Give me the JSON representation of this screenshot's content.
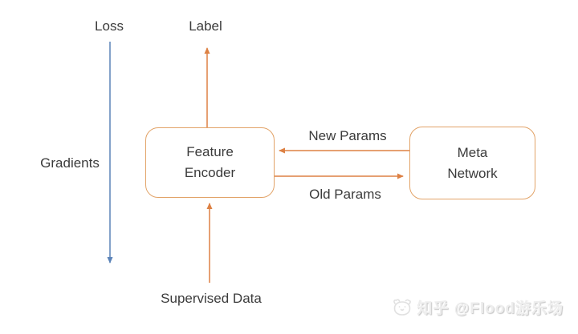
{
  "diagram": {
    "nodes": [
      {
        "id": "feature-encoder",
        "label_line1": "Feature",
        "label_line2": "Encoder"
      },
      {
        "id": "meta-network",
        "label_line1": "Meta",
        "label_line2": "Network"
      }
    ],
    "labels": {
      "loss": "Loss",
      "label": "Label",
      "gradients": "Gradients",
      "new_params": "New Params",
      "old_params": "Old Params",
      "supervised_data": "Supervised Data"
    },
    "colors": {
      "arrow_orange": "#dd8144",
      "box_border": "#e2a368",
      "arrow_blue": "#5b83b8",
      "text": "#3b3b3b",
      "watermark": "#ededed"
    }
  },
  "watermark": {
    "icon": "zhihu-mascot-icon",
    "text": "知乎 @Flood游乐场"
  }
}
